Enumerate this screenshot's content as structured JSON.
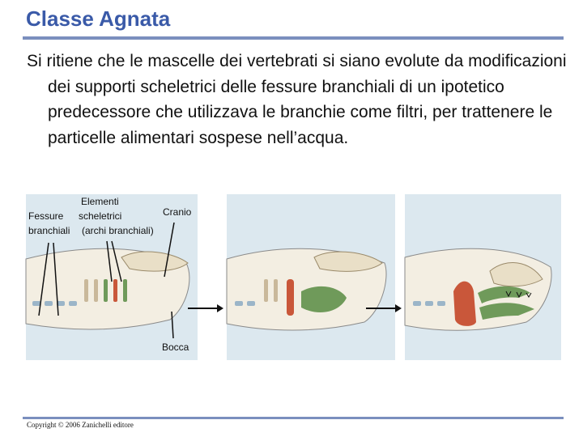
{
  "slide": {
    "title": "Classe Agnata",
    "body": "Si ritiene che le mascelle dei vertebrati si siano evolute da modificazioni dei supporti scheletrici delle fessure branchiali di un ipotetico predecessore che utilizzava le branchie come filtri, per trattenere le particelle alimentari sospese nell’acqua.",
    "copyright": "Copyright © 2006 Zanichelli editore"
  },
  "figure": {
    "labels": {
      "elementi_line1": "Elementi",
      "elementi_line2": "scheletrici",
      "elementi_line3": "(archi branchiali)",
      "fessure_line1": "Fessure",
      "fessure_line2": "branchiali",
      "cranio": "Cranio",
      "bocca": "Bocca"
    },
    "colors": {
      "panel_bg": "#dce8ef",
      "body_fill": "#f3eee2",
      "skull": "#e9dfc7",
      "green_arch": "#6f9a5a",
      "red_arch": "#c9573a",
      "vertebra": "#9bb5c8",
      "arrow": "#111111",
      "title": "#3a5aa8",
      "rule": "#7b8fbe"
    }
  }
}
